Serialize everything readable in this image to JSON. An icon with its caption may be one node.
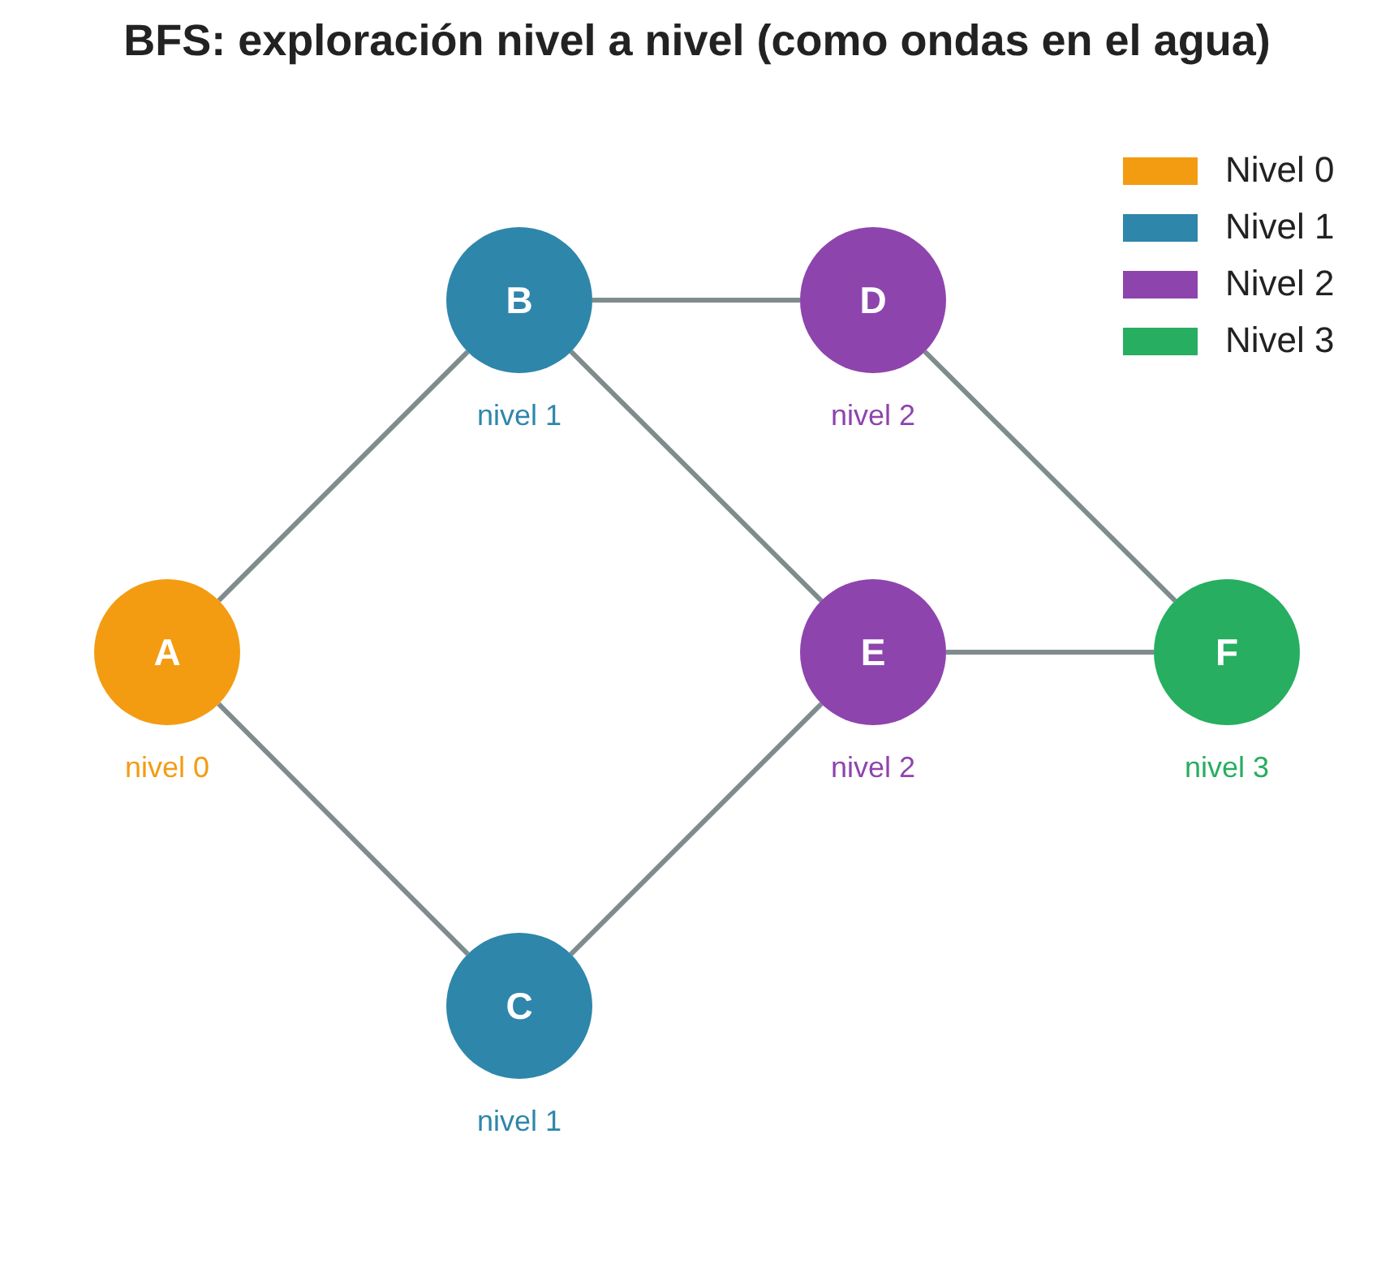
{
  "diagram": {
    "title": "BFS: exploración nivel a nivel (como ondas en el agua)",
    "nodes": [
      {
        "text": [
          "A"
        ],
        "beside": [
          "nivel 0"
        ]
      },
      {
        "text": [
          "B"
        ],
        "beside": [
          "nivel 1"
        ]
      },
      {
        "text": [
          "C"
        ],
        "beside": [
          "nivel 1"
        ]
      },
      {
        "text": [
          "D"
        ],
        "beside": [
          "nivel 2"
        ]
      },
      {
        "text": [
          "E"
        ],
        "beside": [
          "nivel 2"
        ]
      },
      {
        "text": [
          "F"
        ],
        "beside": [
          "nivel 3"
        ]
      }
    ],
    "edges": [
      {
        "from": 0,
        "to": 1,
        "arrow": "none"
      },
      {
        "from": 0,
        "to": 2,
        "arrow": "none"
      },
      {
        "from": 1,
        "to": 3,
        "arrow": "none"
      },
      {
        "from": 1,
        "to": 4,
        "arrow": "none"
      },
      {
        "from": 2,
        "to": 4,
        "arrow": "none"
      },
      {
        "from": 3,
        "to": 5,
        "arrow": "none"
      },
      {
        "from": 4,
        "to": 5,
        "arrow": "none"
      }
    ],
    "legend": [
      {
        "text": "Nivel 0",
        "color": "#f39c12"
      },
      {
        "text": "Nivel 1",
        "color": "#2e86ab"
      },
      {
        "text": "Nivel 2",
        "color": "#8e44ad"
      },
      {
        "text": "Nivel 3",
        "color": "#27ae60"
      }
    ]
  }
}
